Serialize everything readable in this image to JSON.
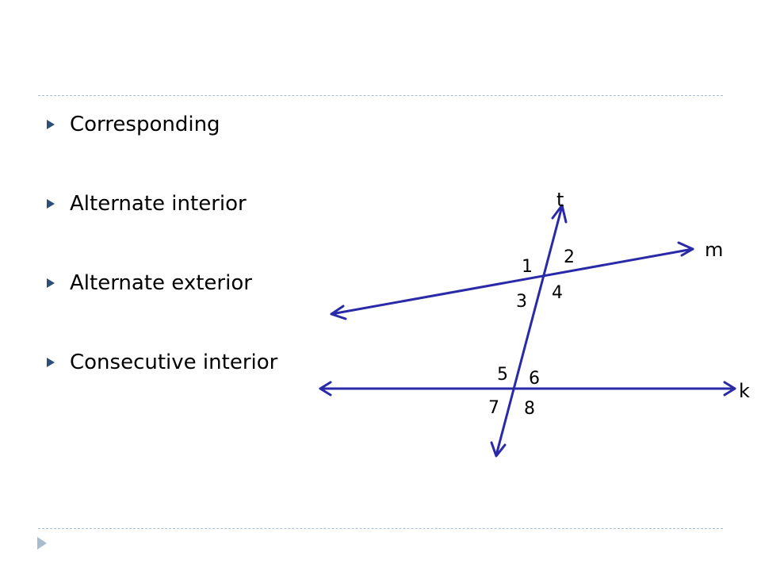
{
  "bullets": [
    "Corresponding",
    "Alternate interior",
    "Alternate exterior",
    "Consecutive interior"
  ],
  "diagram": {
    "line_labels": {
      "transversal": "t",
      "upper_line": "m",
      "lower_line": "k"
    },
    "angle_labels": [
      "1",
      "2",
      "3",
      "4",
      "5",
      "6",
      "7",
      "8"
    ]
  },
  "colors": {
    "line": "#2a2aa8",
    "bullet": "#2e4e7a",
    "divider": "#a9bccd",
    "text": "#000000"
  }
}
